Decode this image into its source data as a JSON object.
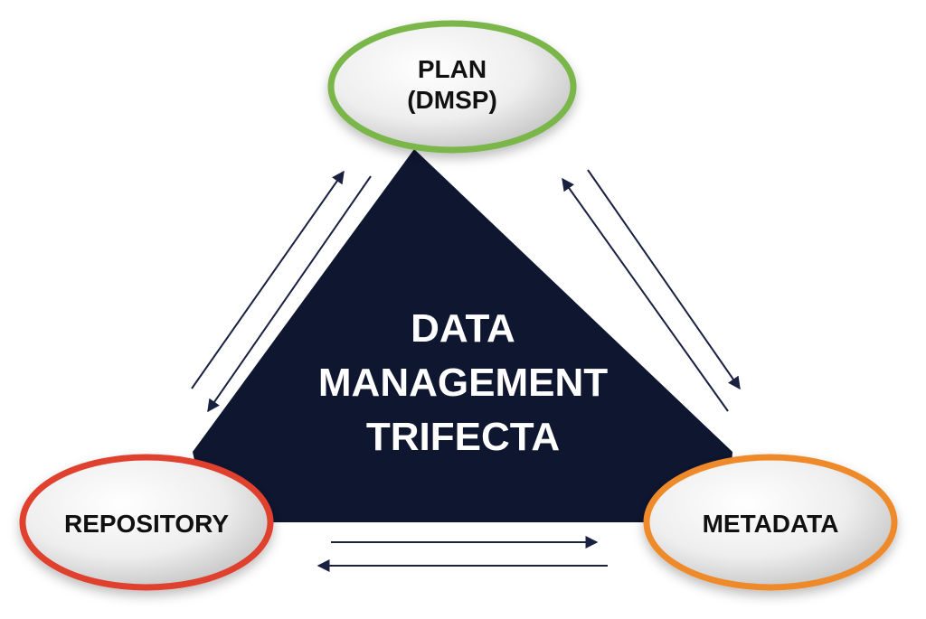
{
  "diagram": {
    "center": {
      "lines": [
        "DATA",
        "MANAGEMENT",
        "TRIFECTA"
      ],
      "fill": "#0e1630",
      "text_color": "#ffffff"
    },
    "nodes": {
      "plan": {
        "lines": [
          "PLAN",
          "(DMSP)"
        ],
        "border_color": "#7ab648"
      },
      "repository": {
        "lines": [
          "REPOSITORY"
        ],
        "border_color": "#e0402f"
      },
      "metadata": {
        "lines": [
          "METADATA"
        ],
        "border_color": "#ee8a2c"
      }
    },
    "arrow_color": "#1a2140"
  }
}
